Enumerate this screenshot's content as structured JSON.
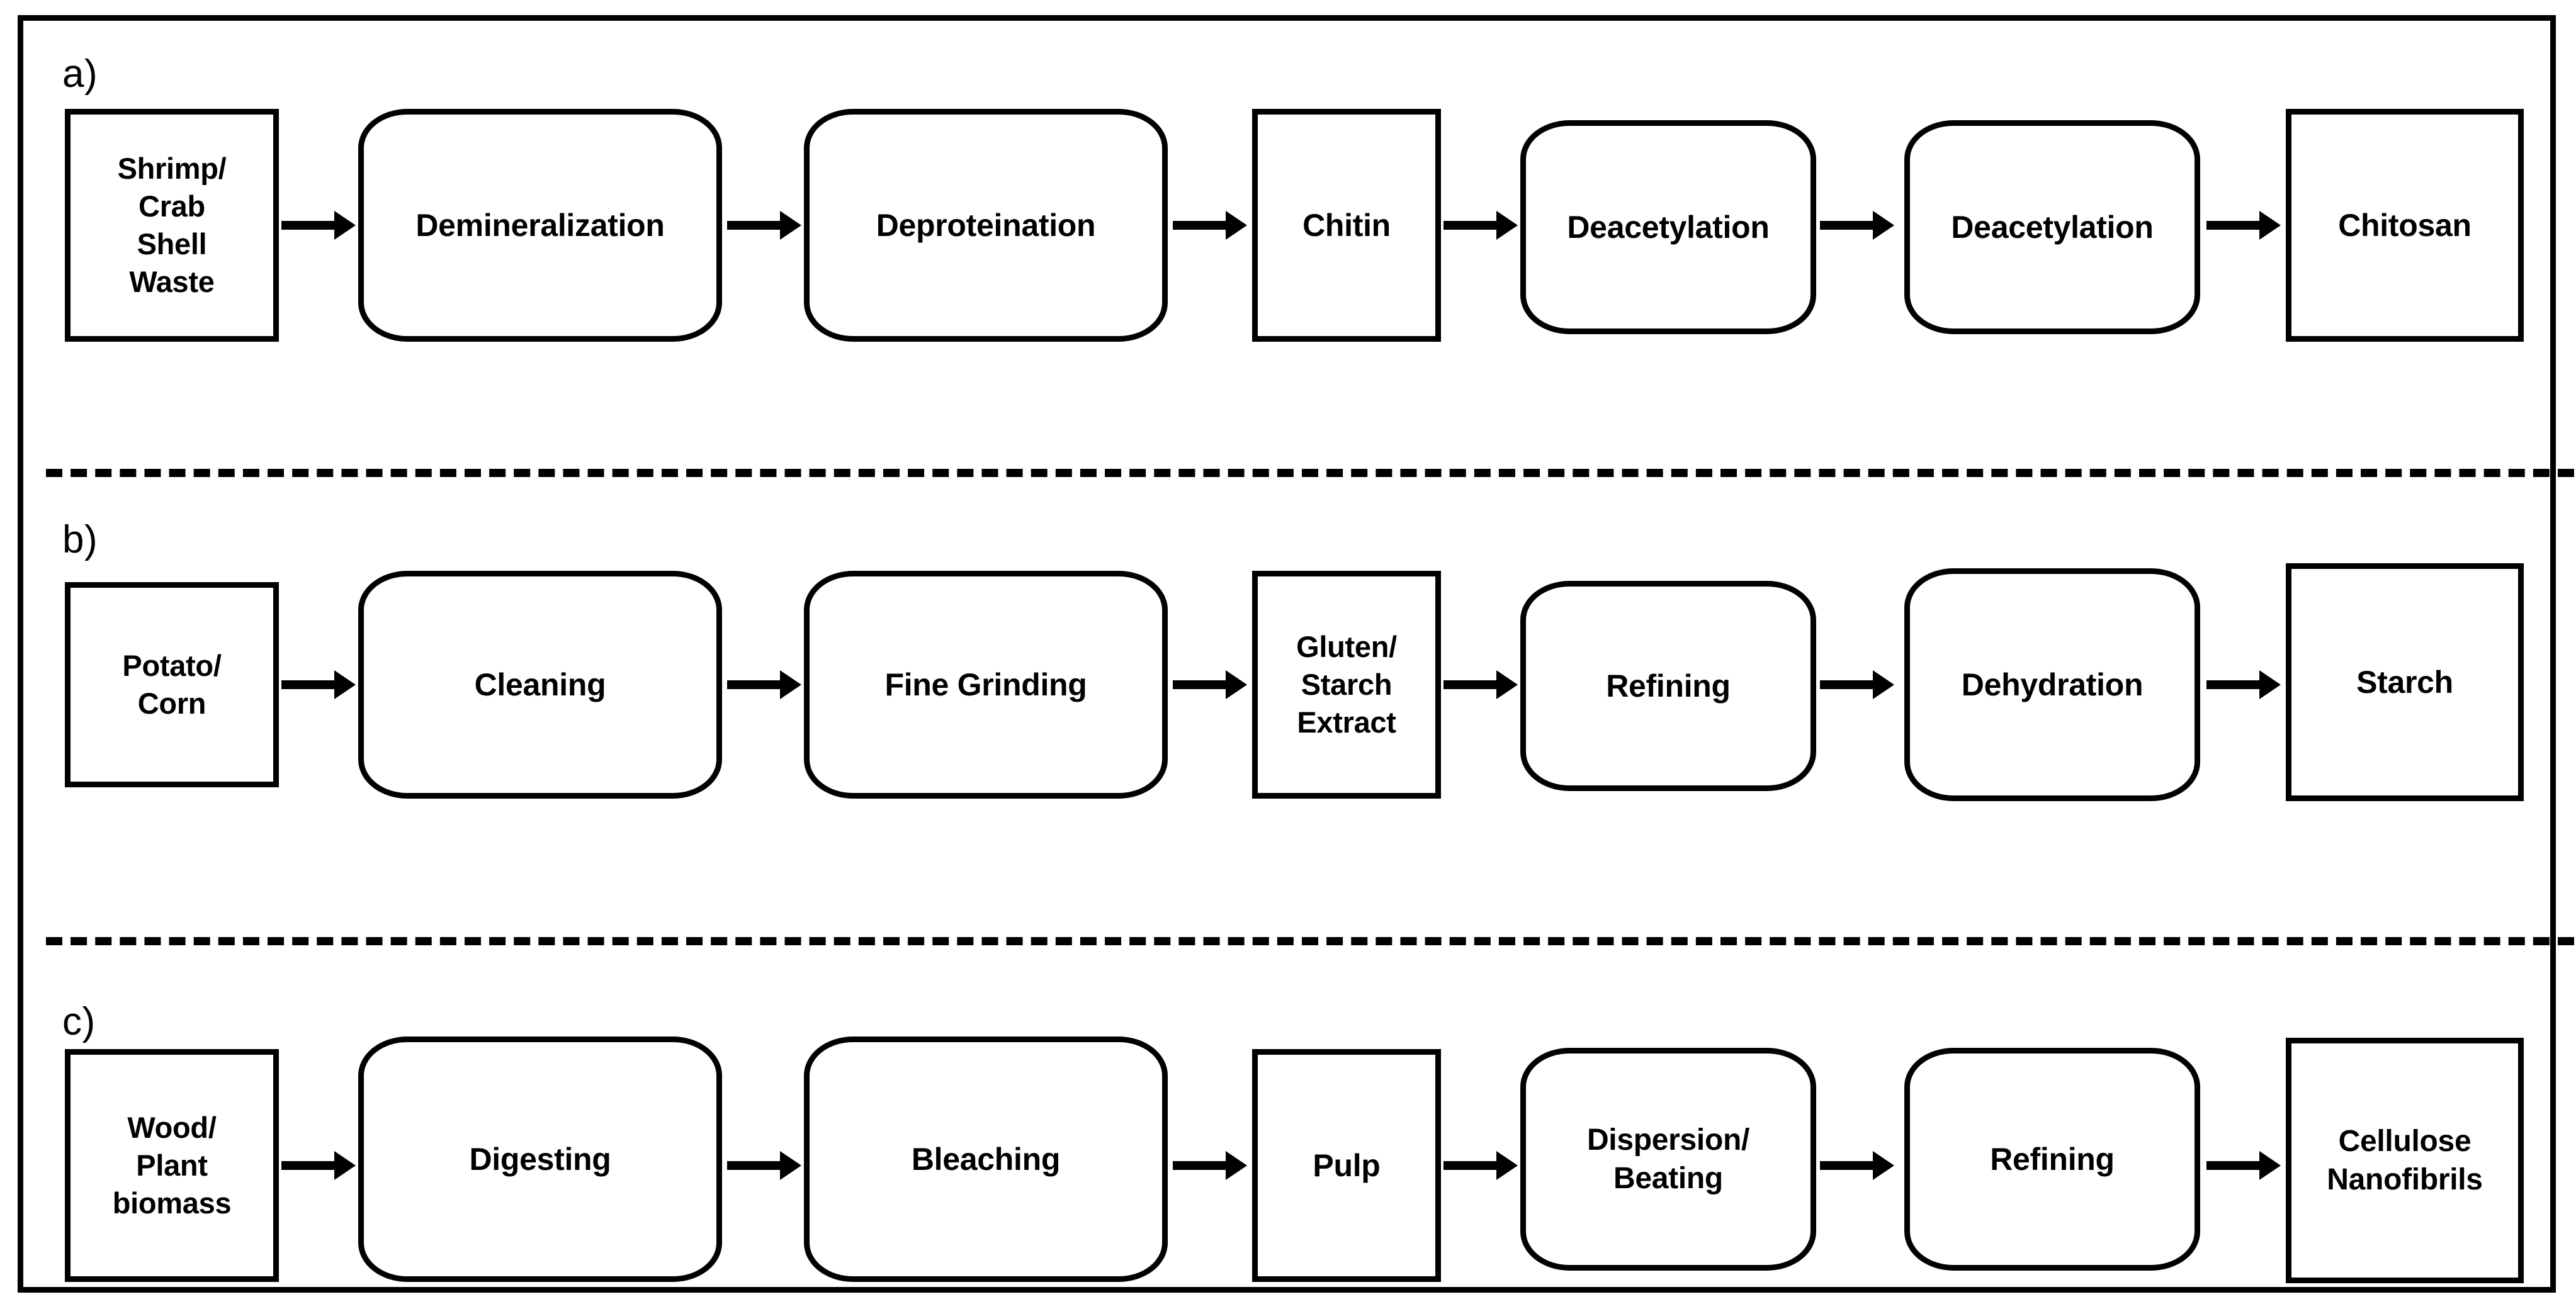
{
  "figure": {
    "type": "process-flow-diagram",
    "panel_count": 3,
    "colors": {
      "line": "#000000",
      "background": "#ffffff"
    }
  },
  "panels": [
    {
      "label": "a)",
      "name": "chitosan-production-flow",
      "nodes": [
        {
          "text": "Shrimp/\nCrab\nShell\nWaste",
          "shape": "rect",
          "name": "shrimp-crab-shell-waste"
        },
        {
          "text": "Demineralization",
          "shape": "rounded",
          "name": "demineralization"
        },
        {
          "text": "Deproteination",
          "shape": "rounded",
          "name": "deproteination"
        },
        {
          "text": "Chitin",
          "shape": "rect",
          "name": "chitin"
        },
        {
          "text": "Deacetylation",
          "shape": "rounded",
          "name": "deacetylation-1"
        },
        {
          "text": "Deacetylation",
          "shape": "rounded",
          "name": "deacetylation-2"
        },
        {
          "text": "Chitosan",
          "shape": "rect",
          "name": "chitosan"
        }
      ]
    },
    {
      "label": "b)",
      "name": "starch-production-flow",
      "nodes": [
        {
          "text": "Potato/\nCorn",
          "shape": "rect",
          "name": "potato-corn"
        },
        {
          "text": "Cleaning",
          "shape": "rounded",
          "name": "cleaning"
        },
        {
          "text": "Fine Grinding",
          "shape": "rounded",
          "name": "fine-grinding"
        },
        {
          "text": "Gluten/\nStarch\nExtract",
          "shape": "rect",
          "name": "gluten-starch-extract"
        },
        {
          "text": "Refining",
          "shape": "rounded",
          "name": "refining"
        },
        {
          "text": "Dehydration",
          "shape": "rounded",
          "name": "dehydration"
        },
        {
          "text": "Starch",
          "shape": "rect",
          "name": "starch"
        }
      ]
    },
    {
      "label": "c)",
      "name": "cellulose-nanofibril-production-flow",
      "nodes": [
        {
          "text": "Wood/\nPlant\nbiomass",
          "shape": "rect",
          "name": "wood-plant-biomass"
        },
        {
          "text": "Digesting",
          "shape": "rounded",
          "name": "digesting"
        },
        {
          "text": "Bleaching",
          "shape": "rounded",
          "name": "bleaching"
        },
        {
          "text": "Pulp",
          "shape": "rect",
          "name": "pulp"
        },
        {
          "text": "Dispersion/\nBeating",
          "shape": "rounded",
          "name": "dispersion-beating"
        },
        {
          "text": "Refining",
          "shape": "rounded",
          "name": "refining"
        },
        {
          "text": "Cellulose\nNanofibrils",
          "shape": "rect",
          "name": "cellulose-nanofibrils"
        }
      ]
    }
  ]
}
